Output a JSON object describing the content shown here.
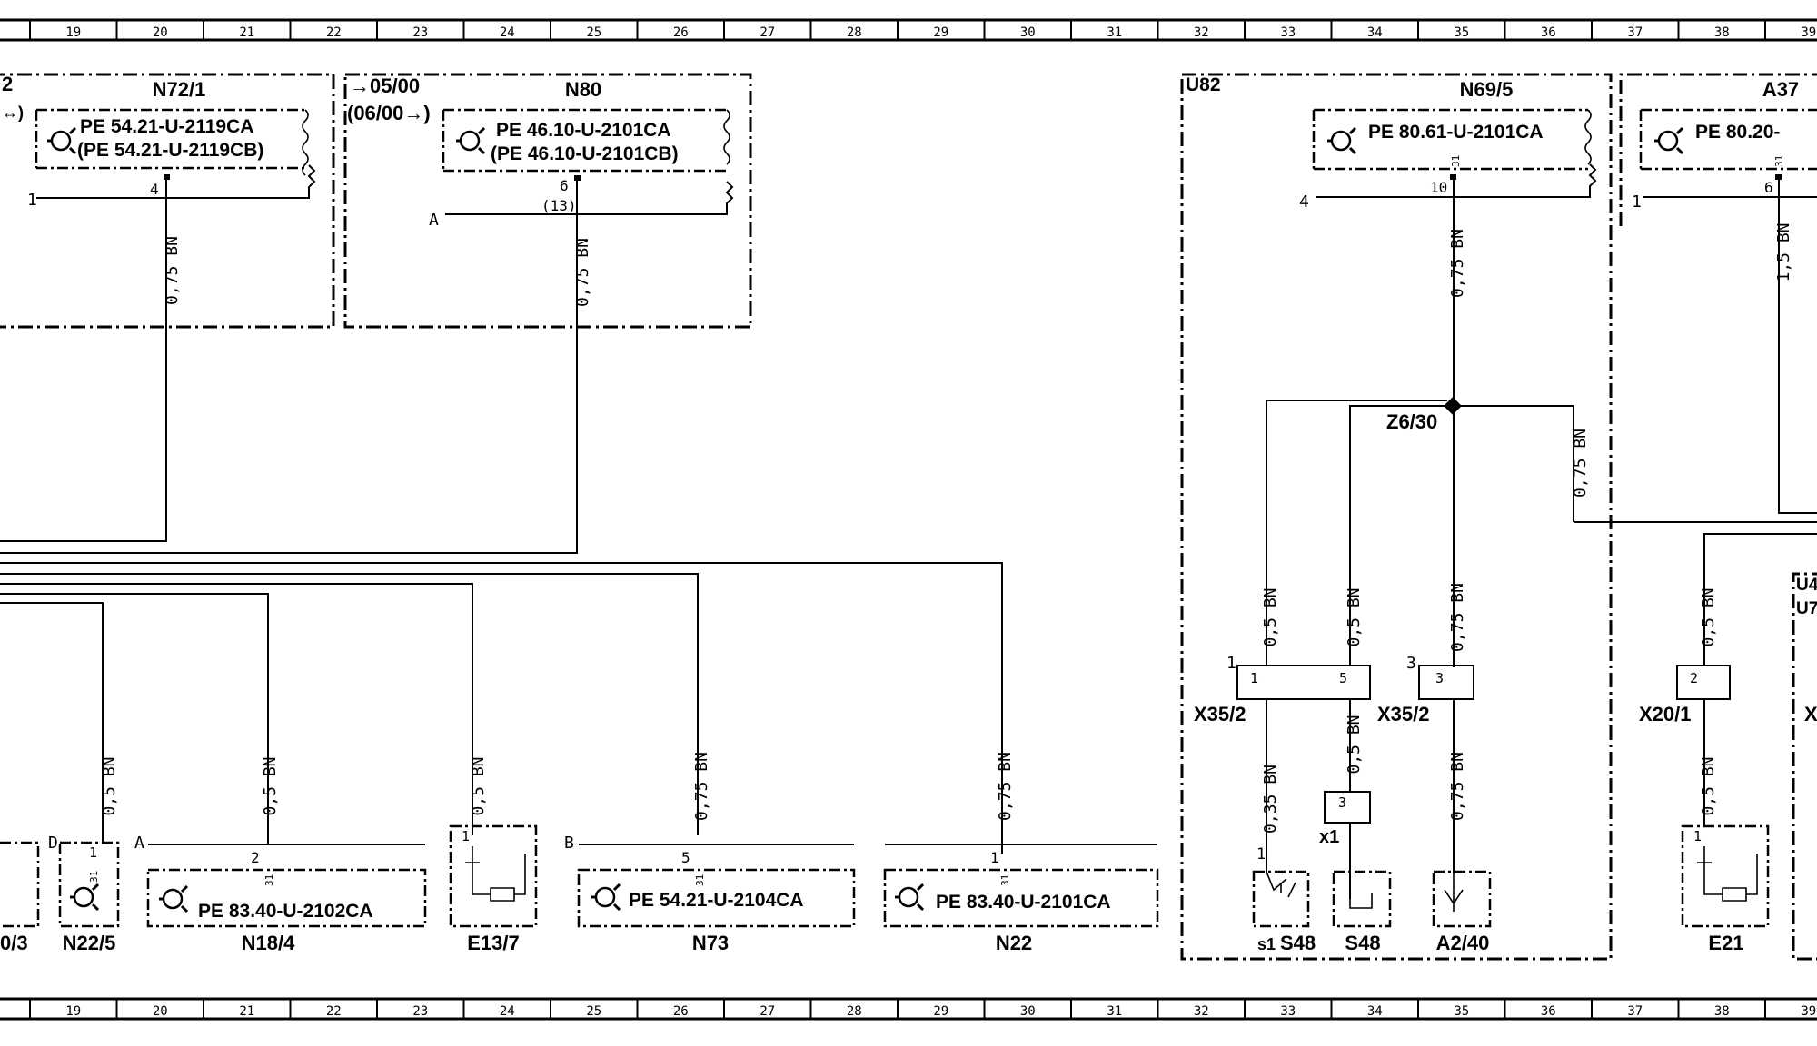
{
  "ruler": {
    "top_numbers": [
      "19",
      "20",
      "21",
      "22",
      "23",
      "24",
      "25",
      "26",
      "27",
      "28",
      "29",
      "30",
      "31",
      "32",
      "33",
      "34",
      "35",
      "36",
      "37",
      "38",
      "39"
    ],
    "bottom_numbers": [
      "19",
      "20",
      "21",
      "22",
      "23",
      "24",
      "25",
      "26",
      "27",
      "28",
      "29",
      "30",
      "31",
      "32",
      "33",
      "34",
      "35",
      "36",
      "37",
      "38",
      "39"
    ]
  },
  "modules": {
    "n72_1": {
      "name": "N72/1",
      "ref1": "PE  54.21-U-2119CA",
      "ref2": "(PE  54.21-U-2119CB)",
      "pin": "4",
      "side": "1",
      "prefix": "2",
      "arrow": "↔)"
    },
    "n80": {
      "name": "N80",
      "date1": "→05/00",
      "date2": "(06/00→)",
      "ref1": "PE  46.10-U-2101CA",
      "ref2": "(PE  46.10-U-2101CB)",
      "pin": "6",
      "pin_alt": "(13)",
      "side": "A"
    },
    "u82": {
      "name": "U82"
    },
    "n69_5": {
      "name": "N69/5",
      "ref": "PE  80.61-U-2101CA",
      "pin_top": "31",
      "pin": "10",
      "side": "4"
    },
    "a37": {
      "name": "A37",
      "ref": "PE  80.20-",
      "pin_top": "31",
      "pin": "6",
      "side": "1"
    },
    "u4": {
      "name1": "U4",
      "name2": "U7",
      "extra": "X"
    }
  },
  "wires": {
    "w_n72": "0,75 BN",
    "w_n80": "0,75 BN",
    "w_n69": "0,75 BN",
    "w_a37": "1,5 BN",
    "w_z6_right": "0,75 BN",
    "w_x35a": "0,5 BN",
    "w_x35b": "0,5 BN",
    "w_x35c": "0,75 BN",
    "w_x20": "0,5 BN",
    "w_s48a": "0,35 BN",
    "w_s48b": "0,5 BN",
    "w_a240": "0,75 BN",
    "w_e21": "0,5 BN",
    "w_n22_5": "0,5 BN",
    "w_n18_4": "0,5 BN",
    "w_e13_7": "0,5 BN",
    "w_n73": "0,75 BN",
    "w_n22": "0,75 BN"
  },
  "splice": {
    "name": "Z6/30"
  },
  "connectors": {
    "x35_2a": {
      "name": "X35/2",
      "pin1": "1",
      "pin5": "5",
      "pinlabel": "1"
    },
    "x35_2b": {
      "name": "X35/2",
      "pin3": "3",
      "pinlabel": "3"
    },
    "x20_1": {
      "name": "X20/1",
      "pin": "2"
    },
    "x1": {
      "name": "x1",
      "pin": "3"
    }
  },
  "bottom_components": {
    "partial_left": {
      "name": "0/3"
    },
    "n22_5": {
      "name": "N22/5",
      "pin": "1",
      "pin_top": "31",
      "side": "D"
    },
    "n18_4": {
      "name": "N18/4",
      "ref": "PE  83.40-U-2102CA",
      "pin": "2",
      "pin_top": "31",
      "side": "A"
    },
    "e13_7": {
      "name": "E13/7",
      "pin": "1"
    },
    "n73": {
      "name": "N73",
      "ref": "PE  54.21-U-2104CA",
      "pin": "5",
      "pin_top": "31",
      "side": "B"
    },
    "n22": {
      "name": "N22",
      "ref": "PE  83.40-U-2101CA",
      "pin": "1",
      "pin_top": "31"
    },
    "s48_s1": {
      "name": "S48",
      "prefix": "s1",
      "pin": "1"
    },
    "s48": {
      "name": "S48"
    },
    "a2_40": {
      "name": "A2/40"
    },
    "e21": {
      "name": "E21",
      "pin": "1"
    }
  }
}
